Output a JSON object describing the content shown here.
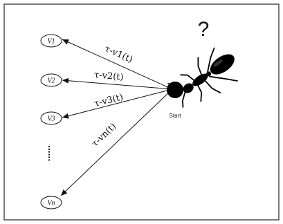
{
  "question_mark": "?",
  "start_label": "Start",
  "ellipsis": "......",
  "nodes": [
    {
      "label": "V1"
    },
    {
      "label": "V2"
    },
    {
      "label": "V3"
    },
    {
      "label": "Vn"
    }
  ],
  "edges": [
    {
      "label": "τ-v1(t)"
    },
    {
      "label": "τ-v2(t)"
    },
    {
      "label": "τ-v3(t)"
    },
    {
      "label": "τ-vn(t)"
    }
  ]
}
